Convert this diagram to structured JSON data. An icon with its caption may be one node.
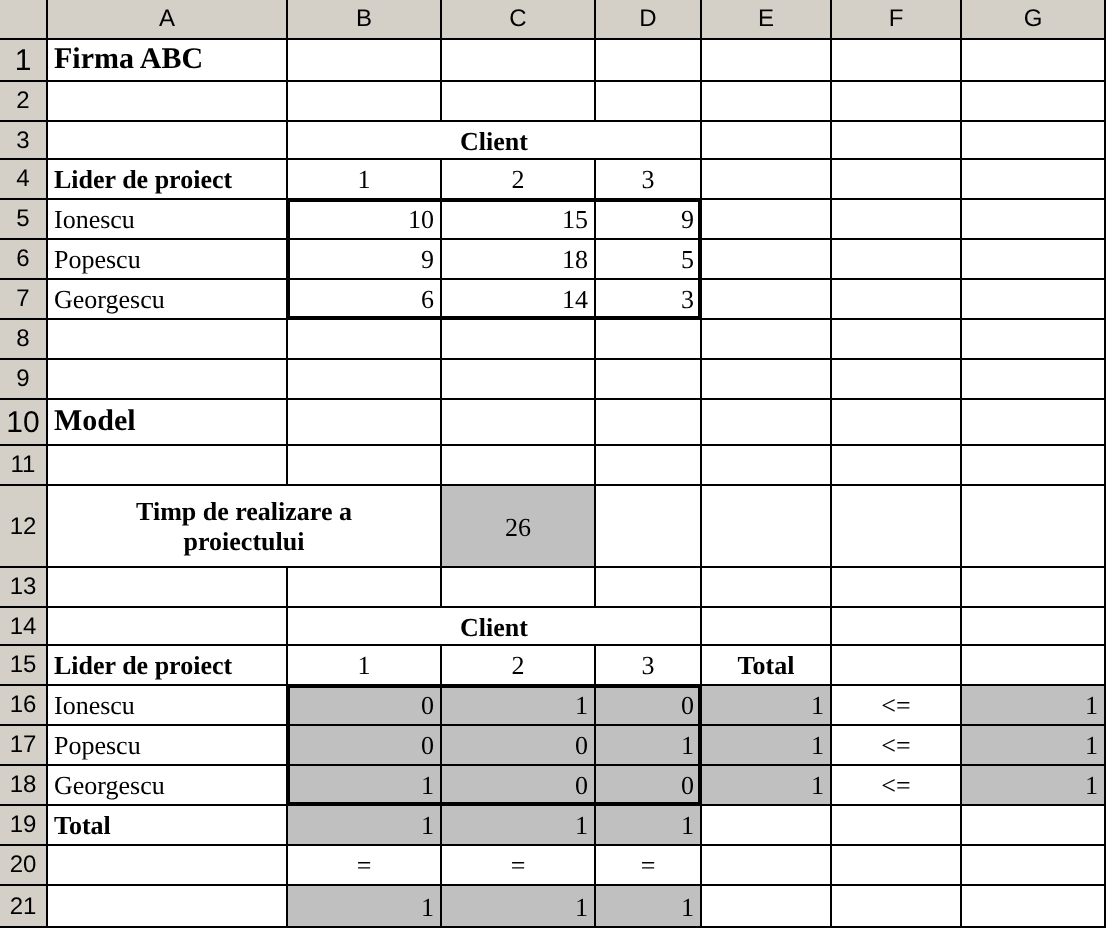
{
  "diagram": {
    "labels": [
      "A",
      "B",
      "C",
      "D",
      "E",
      "F",
      "G",
      "1",
      "Firma ABC",
      "2",
      "3",
      "Client",
      "4",
      "Lider de proiect",
      "1",
      "2",
      "3",
      "5",
      "Ionescu",
      "10",
      "15",
      "9",
      "6",
      "Popescu",
      "9",
      "18",
      "5",
      "7",
      "Georgescu",
      "6",
      "14",
      "3",
      "8",
      "9",
      "10",
      "Model",
      "11",
      "12",
      "Timp de realizare a proiectului",
      "26",
      "13",
      "14",
      "Client",
      "15",
      "Lider de proiect",
      "1",
      "2",
      "3",
      "Total",
      "16",
      "Ionescu",
      "0",
      "1",
      "0",
      "1",
      "<=",
      "1",
      "17",
      "Popescu",
      "0",
      "0",
      "1",
      "1",
      "<=",
      "1",
      "18",
      "Georgescu",
      "1",
      "0",
      "0",
      "1",
      "<=",
      "1",
      "19",
      "Total",
      "1",
      "1",
      "1",
      "20",
      "=",
      "=",
      "=",
      "21",
      "1",
      "1",
      "1"
    ]
  }
}
